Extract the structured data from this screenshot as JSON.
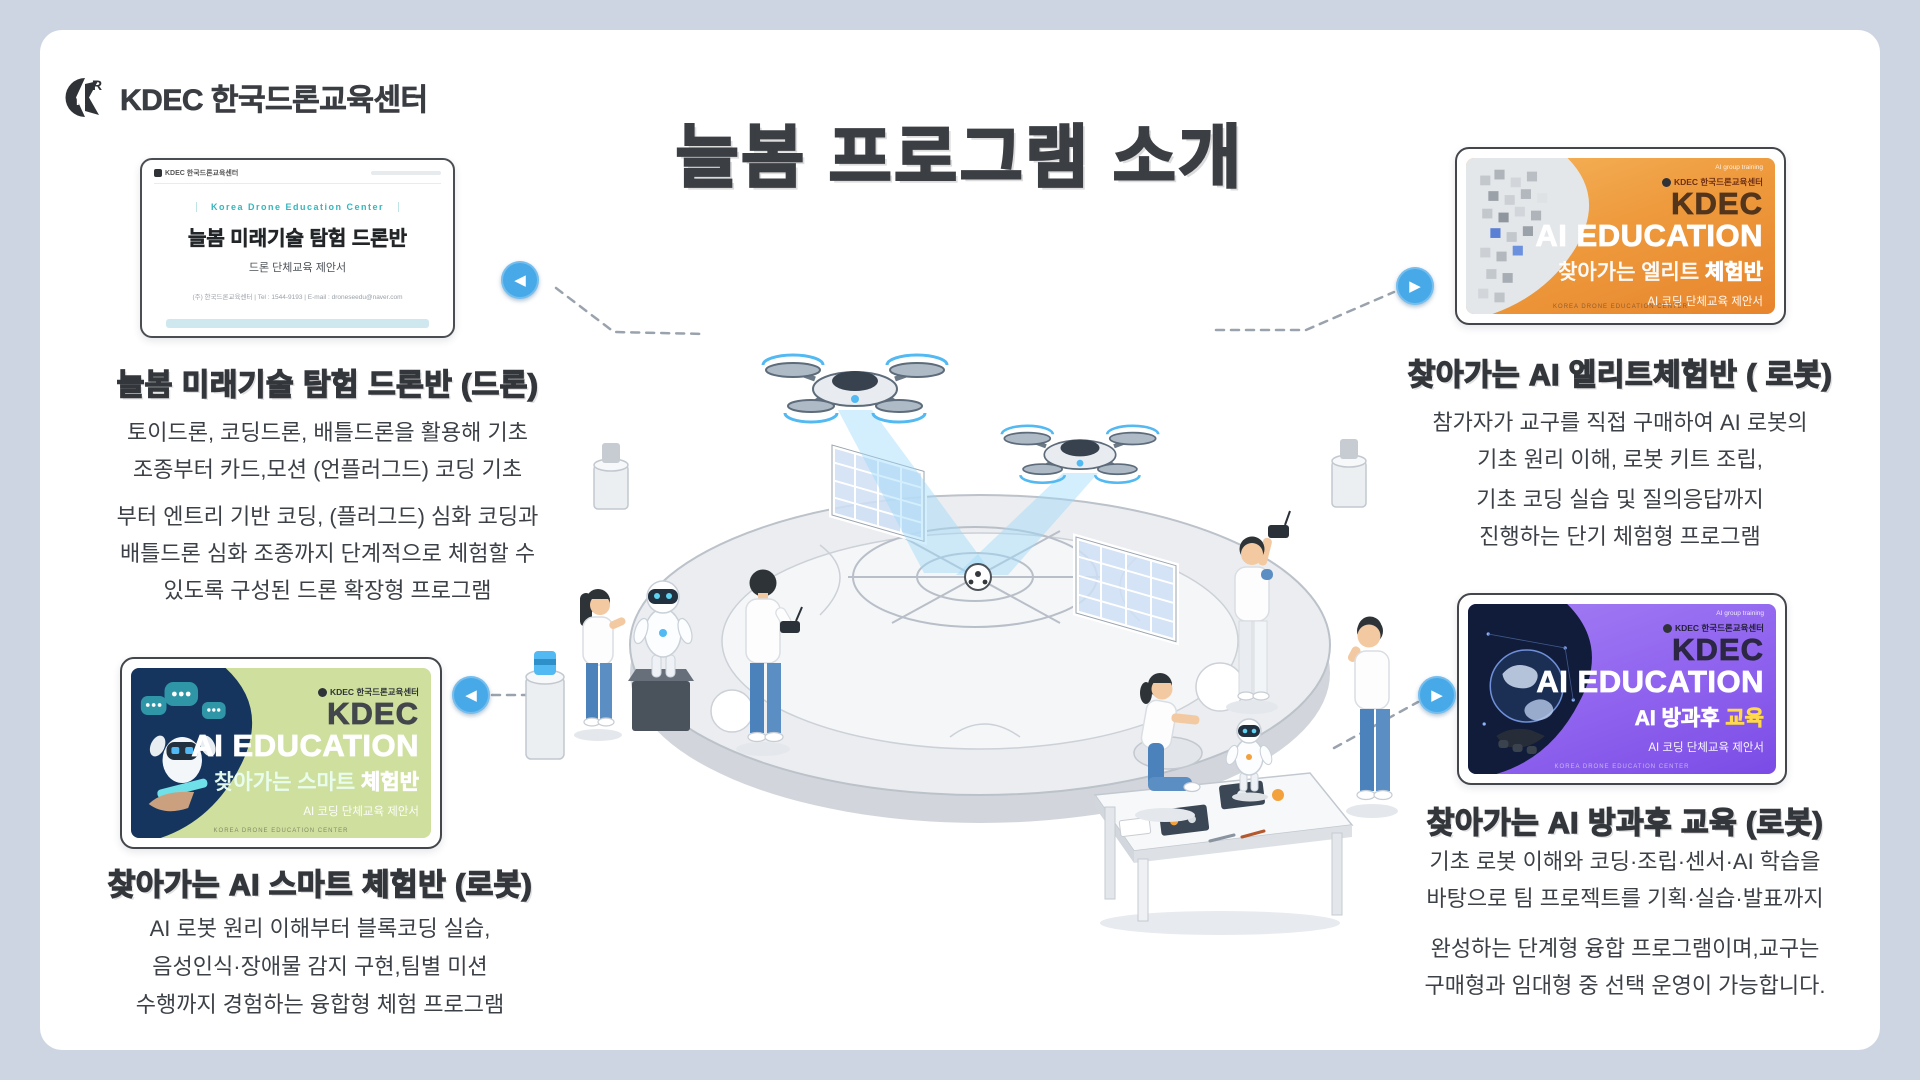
{
  "colors": {
    "background": "#ccd5e1",
    "panel": "#ffffff",
    "text_dark": "#3c4147",
    "teal_accent": "#35b6bc",
    "button_blue": "#47a9e8",
    "navy": "#15355f",
    "green_banner": "#cfdf9e",
    "orange_banner": "#ee9a3d",
    "purple_banner": "#9165ef",
    "yellow_accent": "#ffd94a"
  },
  "header": {
    "logo_text": "KDEC 한국드론교육센터",
    "title": "늘봄 프로그램 소개"
  },
  "icons": {
    "arrow_left": "◀",
    "arrow_right": "▶"
  },
  "document_card": {
    "header_left": "KDEC 한국드론교육센터",
    "eyebrow": "Korea Drone Education Center",
    "title": "늘봄 미래기술 탐험 드론반",
    "subtitle": "드론 단체교육 제안서",
    "footer": "(주) 한국드론교육센터  |  Tel : 1544-9193  |  E-mail : droneseedu@naver.com"
  },
  "banners": {
    "smart": {
      "logo_small": "KDEC 한국드론교육센터",
      "brand": "KDEC",
      "line1": "AI EDUCATION",
      "line2_light": "찾아가는 스마트 ",
      "line2_bold": "체험반",
      "subtitle": "AI 코딩 단체교육 제안서",
      "footer": "KOREA DRONE EDUCATION CENTER"
    },
    "elite": {
      "corner_note": "AI group training",
      "logo_small": "KDEC 한국드론교육센터",
      "brand": "KDEC",
      "line1": "AI EDUCATION",
      "line2_light": "찾아가는 엘리트 ",
      "line2_bold": "체험반",
      "subtitle": "AI 코딩 단체교육 제안서",
      "footer": "KOREA DRONE EDUCATION CENTER"
    },
    "afterschool": {
      "corner_note": "AI group training",
      "logo_small": "KDEC 한국드론교육센터",
      "brand": "KDEC",
      "line1": "AI EDUCATION",
      "line2_light": "AI 방과후 ",
      "line2_bold": "교육",
      "subtitle": "AI 코딩 단체교육 제안서",
      "footer": "KOREA DRONE EDUCATION CENTER"
    }
  },
  "sections": {
    "drone": {
      "heading": "늘봄 미래기술 탐험 드론반 (드론)",
      "para1": "토이드론, 코딩드론, 배틀드론을 활용해 기초\n조종부터 카드,모션 (언플러그드) 코딩 기초",
      "para2": "부터 엔트리 기반 코딩, (플러그드) 심화 코딩과\n배틀드론 심화 조종까지  단계적으로 체험할 수\n있도록 구성된 드론 확장형 프로그램"
    },
    "smart": {
      "heading": "찾아가는 AI 스마트 체험반 (로봇)",
      "para1": "AI 로봇 원리 이해부터 블록코딩 실습,\n음성인식·장애물 감지 구현,팀별 미션\n수행까지 경험하는 융합형 체험 프로그램"
    },
    "elite": {
      "heading": "찾아가는 AI 엘리트체험반 ( 로봇)",
      "para1": "참가자가 교구를 직접 구매하여 AI 로봇의\n기초 원리 이해, 로봇 키트 조립,",
      "para2": "기초 코딩 실습 및 질의응답까지\n진행하는 단기 체험형 프로그램"
    },
    "afterschool": {
      "heading": "찾아가는 AI 방과후 교육 (로봇)",
      "para1": "기초 로봇 이해와 코딩·조립·센서·AI 학습을\n바탕으로 팀 프로젝트를 기획·실습·발표까지",
      "para2": "완성하는 단계형 융합 프로그램이며,교구는\n구매형과 임대형 중 선택 운영이 가능합니다."
    }
  }
}
